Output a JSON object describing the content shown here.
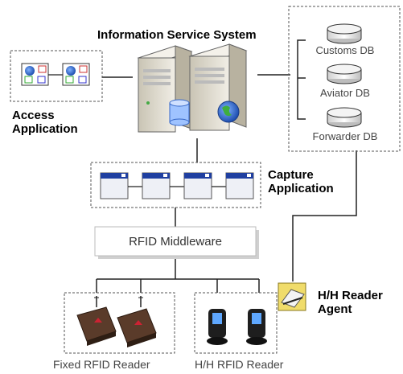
{
  "title": "Information Service System",
  "access_application": [
    "Access",
    "Application"
  ],
  "capture_application": [
    "Capture",
    "Application"
  ],
  "databases": [
    "Customs DB",
    "Aviator DB",
    "Forwarder DB"
  ],
  "middleware": "RFID Middleware",
  "hh_agent": [
    "H/H Reader",
    "Agent"
  ],
  "fixed_reader_label": "Fixed RFID Reader",
  "hh_reader_label": "H/H RFID Reader",
  "colors": {
    "line": "#222222",
    "dashed_border": "#555555",
    "server": "#e6e2d6",
    "db_top": "#f2f2f2",
    "window_bar": "#1f3fa0"
  },
  "icons": [
    "access-app-window-icon",
    "capture-app-window-icon",
    "server-icon",
    "database-icon",
    "globe-icon",
    "rfid-fixed-reader-icon",
    "rfid-handheld-reader-icon",
    "reader-agent-icon"
  ]
}
